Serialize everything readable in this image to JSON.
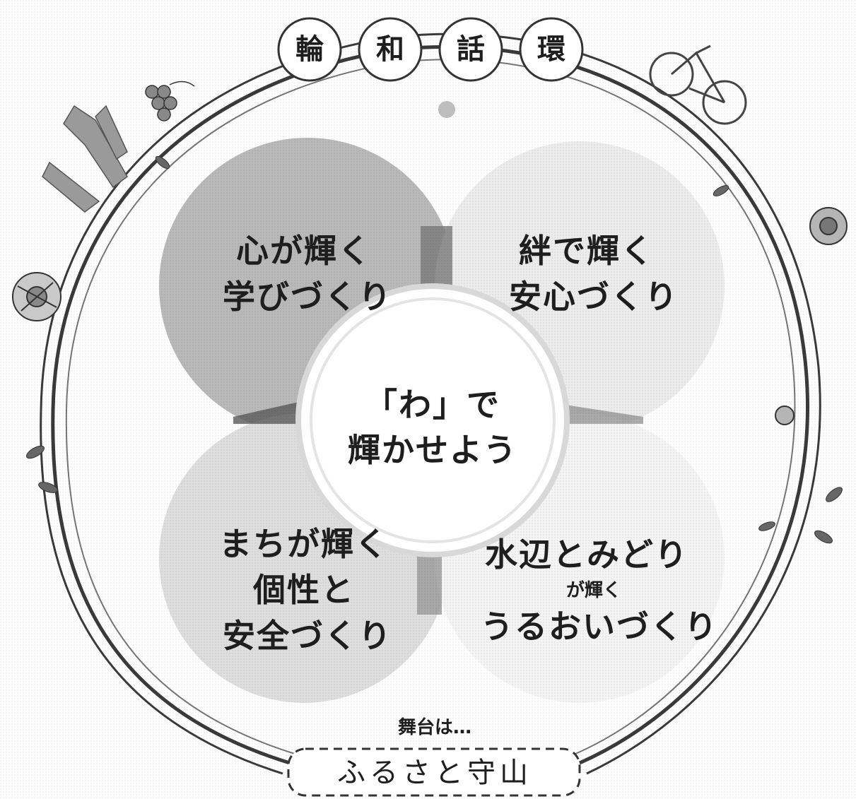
{
  "header_badges": [
    "輪",
    "和",
    "話",
    "環"
  ],
  "center": {
    "line1": "「わ」で",
    "line2": "輝かせよう"
  },
  "petals": {
    "top_left": {
      "line1": "心が輝く",
      "line2": "学びづくり"
    },
    "top_right": {
      "line1": "絆で輝く",
      "line2": "安心づくり"
    },
    "bottom_left": {
      "line1": "まちが輝く",
      "line2": "個性と",
      "line3": "安全づくり"
    },
    "bottom_right": {
      "line1": "水辺とみどり",
      "line2": "が輝く",
      "line3": "うるおいづくり"
    }
  },
  "footer": {
    "caption": "舞台は…",
    "title": "ふるさと守山"
  },
  "colors": {
    "petal_top_left": "#b9b9b9",
    "petal_top_right": "#ececec",
    "petal_bottom_left": "#dedede",
    "petal_bottom_right": "#f4f4f4",
    "ring": "#3a3a3a",
    "accent_dark": "#7a7a7a"
  }
}
